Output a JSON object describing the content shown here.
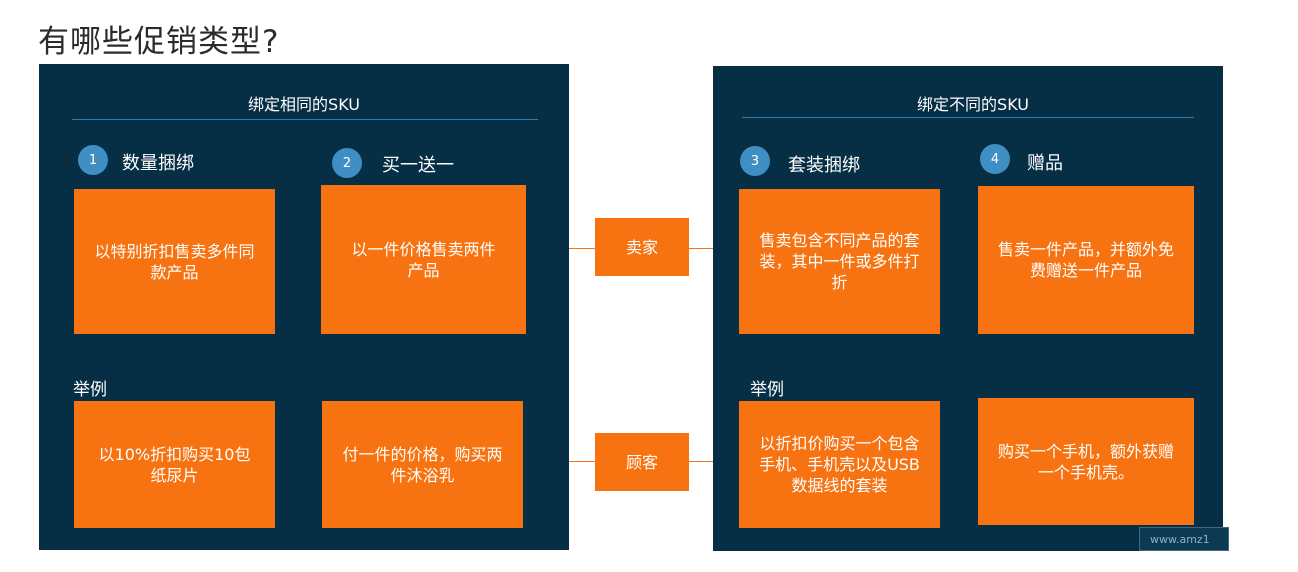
{
  "page_title": "有哪些促销类型?",
  "left_panel": {
    "header": "绑定相同的SKU",
    "items": [
      {
        "num": "1",
        "label": "数量捆绑",
        "desc": "以特别折扣售卖多件同款产品",
        "example": "以10%折扣购买10包纸尿片"
      },
      {
        "num": "2",
        "label": "买一送一",
        "desc": "以一件价格售卖两件产品",
        "example": "付一件的价格，购买两件沐浴乳"
      }
    ],
    "example_label": "举例"
  },
  "right_panel": {
    "header": "绑定不同的SKU",
    "items": [
      {
        "num": "3",
        "label": "套装捆绑",
        "desc": "售卖包含不同产品的套装，其中一件或多件打折",
        "example": "以折扣价购买一个包含手机、手机壳以及USB数据线的套装"
      },
      {
        "num": "4",
        "label": "赠品",
        "desc": "售卖一件产品，并额外免费赠送一件产品",
        "example": "购买一个手机，额外获赠一个手机壳。"
      }
    ],
    "example_label": "举例"
  },
  "middle": {
    "seller": "卖家",
    "customer": "顾客"
  },
  "watermark": "www.amz1",
  "colors": {
    "panel": "#062f45",
    "box": "#f77312",
    "circle": "#3f8fc4"
  }
}
